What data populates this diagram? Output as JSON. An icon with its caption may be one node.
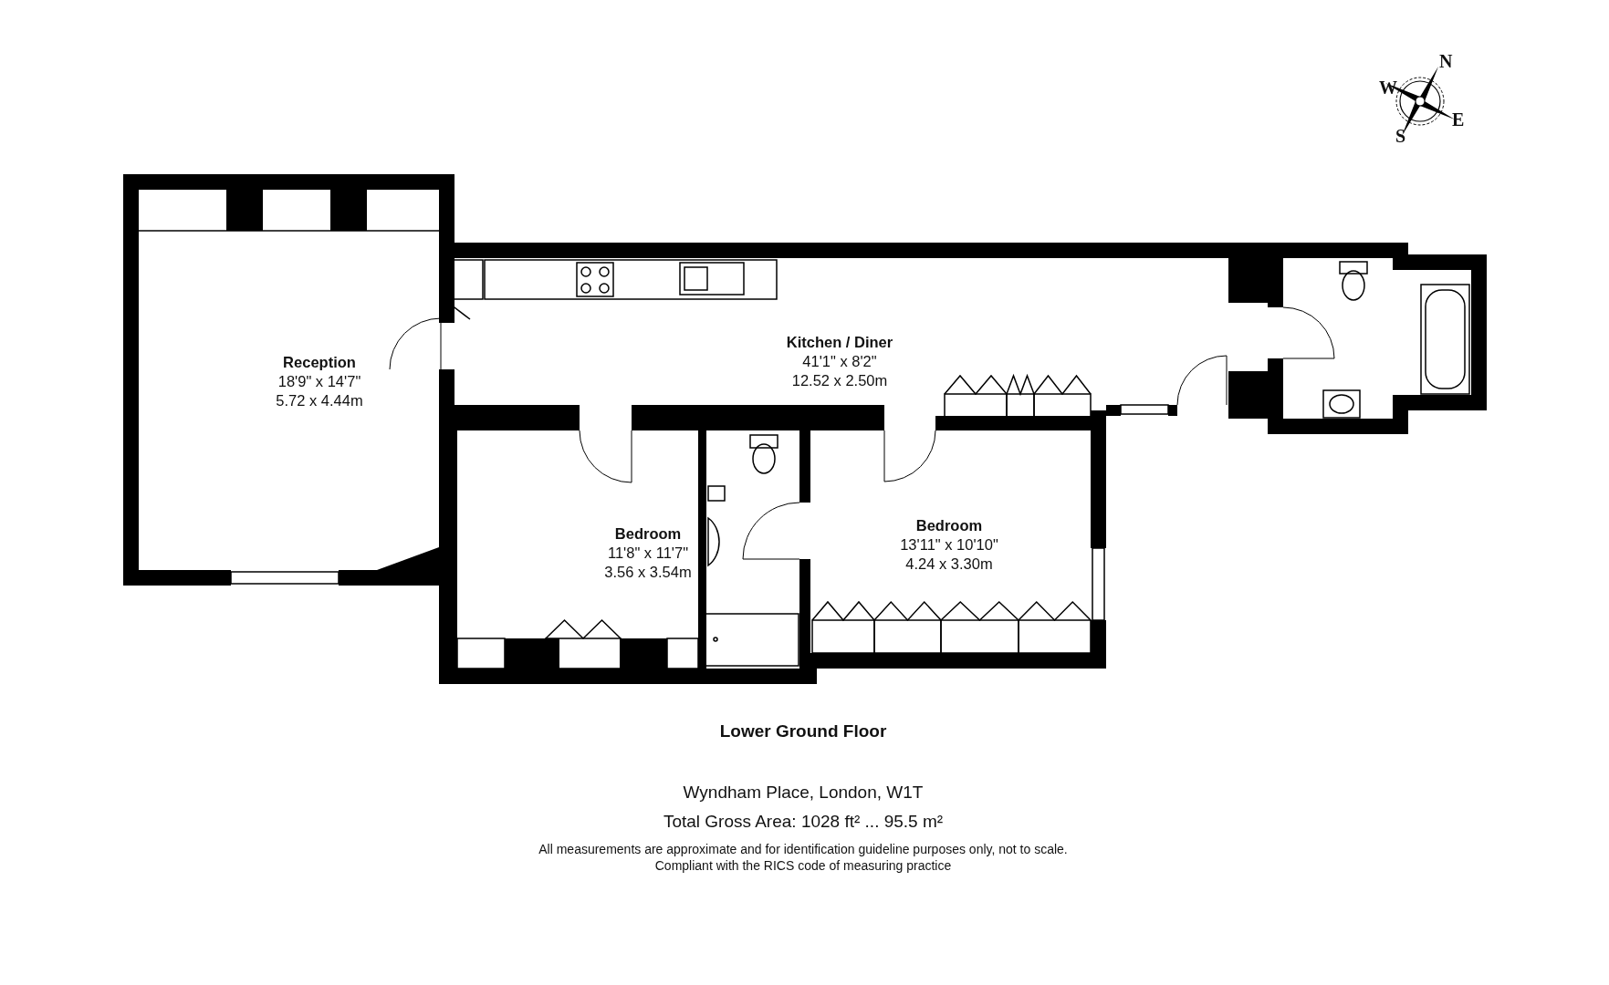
{
  "diagram": {
    "nodes": [
      {
        "text": [
          "Reception",
          "18'9\" x 14'7\"",
          "5.72 x 4.44m"
        ]
      },
      {
        "text": [
          "Kitchen / Diner",
          "41'1\" x 8'2\"",
          "12.52 x 2.50m"
        ]
      },
      {
        "text": [
          "Bedroom",
          "11'8\" x 11'7\"",
          "3.56 x 3.54m"
        ]
      },
      {
        "text": [
          "Bedroom",
          "13'11\" x 10'10\"",
          "4.24 x 3.30m"
        ]
      }
    ],
    "edges": [],
    "labels": [
      "N",
      "W",
      "E",
      "S",
      "Lower Ground Floor",
      "Wyndham Place, London, W1T",
      "Total Gross Area: 1028 ft² ... 95.5 m²",
      "All measurements are approximate and for identification guideline purposes only, not to scale.",
      "Compliant with the RICS code of measuring practice"
    ]
  }
}
